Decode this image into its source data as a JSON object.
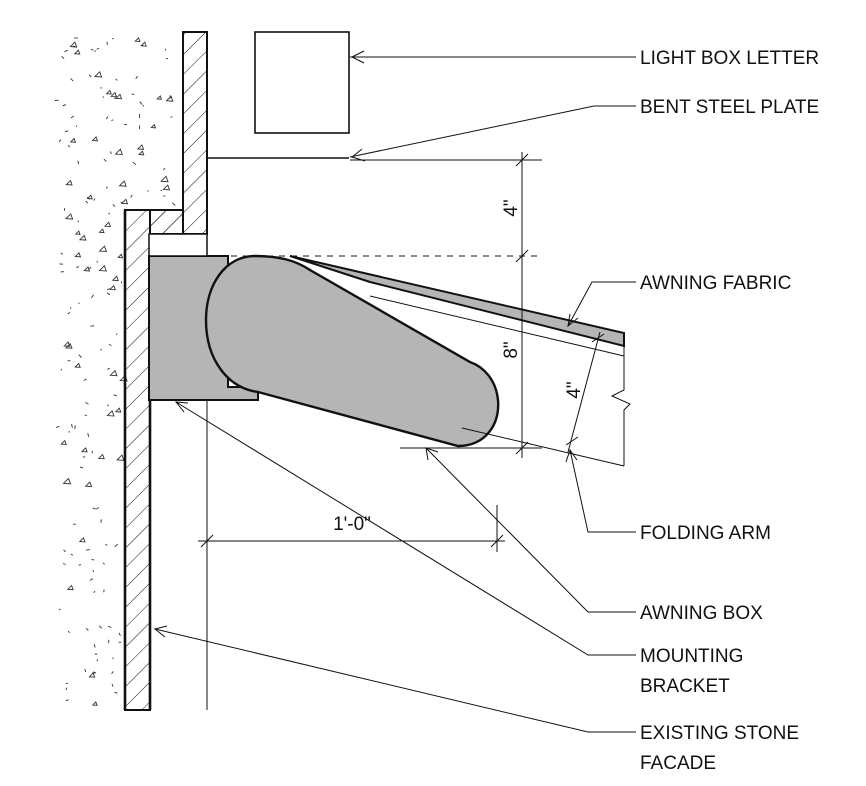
{
  "labels": {
    "light_box_letter": "LIGHT BOX LETTER",
    "bent_steel_plate": "BENT STEEL PLATE",
    "awning_fabric": "AWNING FABRIC",
    "folding_arm": "FOLDING ARM",
    "awning_box": "AWNING BOX",
    "mounting_bracket_1": "MOUNTING",
    "mounting_bracket_2": "BRACKET",
    "existing_stone_facade_1": "EXISTING STONE",
    "existing_stone_facade_2": "FACADE"
  },
  "dimensions": {
    "top_clearance": "4\"",
    "box_height": "8\"",
    "fabric_offset": "4\"",
    "projection": "1'-0\""
  },
  "colors": {
    "line": "#111111",
    "fill_gray": "#b5b5b5",
    "background": "#ffffff"
  }
}
